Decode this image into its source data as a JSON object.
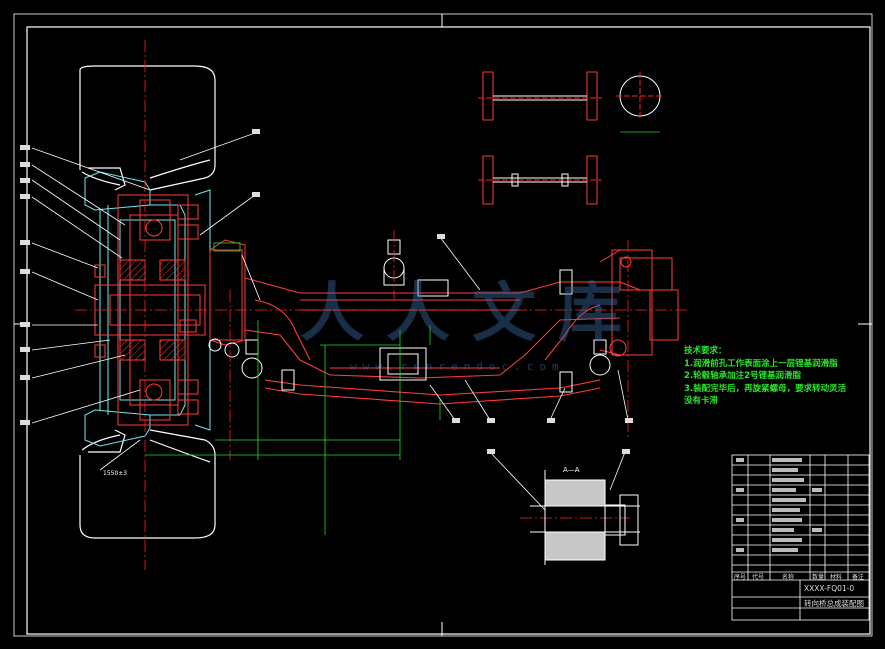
{
  "technical_requirements": {
    "heading": "技术要求：",
    "items": [
      "1.润滑前孔工作表面涂上一层锂基润滑脂",
      "2.轮毂轴承加注2号锂基润滑脂",
      "3.装配完毕后，再旋紧螺母，要求转动灵活",
      "   没有卡滞"
    ]
  },
  "section_label": "A—A",
  "dimension_label": "1550±3",
  "watermark": {
    "text": "人人文库",
    "url": "www.renrendoc.com"
  },
  "title_block": {
    "drawing_no": "XXXX-FQ01-0",
    "name": "转向桥总成装配图",
    "header_cells": [
      "序号",
      "代号",
      "名称",
      "数量",
      "材料",
      "备注"
    ]
  },
  "colors": {
    "background": "#000000",
    "frame": "#ffffff",
    "part": "#ff3b3b",
    "outline": "#ffffff",
    "section_fill": "#c8c8c8",
    "center_line": "#ff2020",
    "dimension": "#22dd22",
    "leader": "#ffffff",
    "part_number": "#ffff66"
  }
}
